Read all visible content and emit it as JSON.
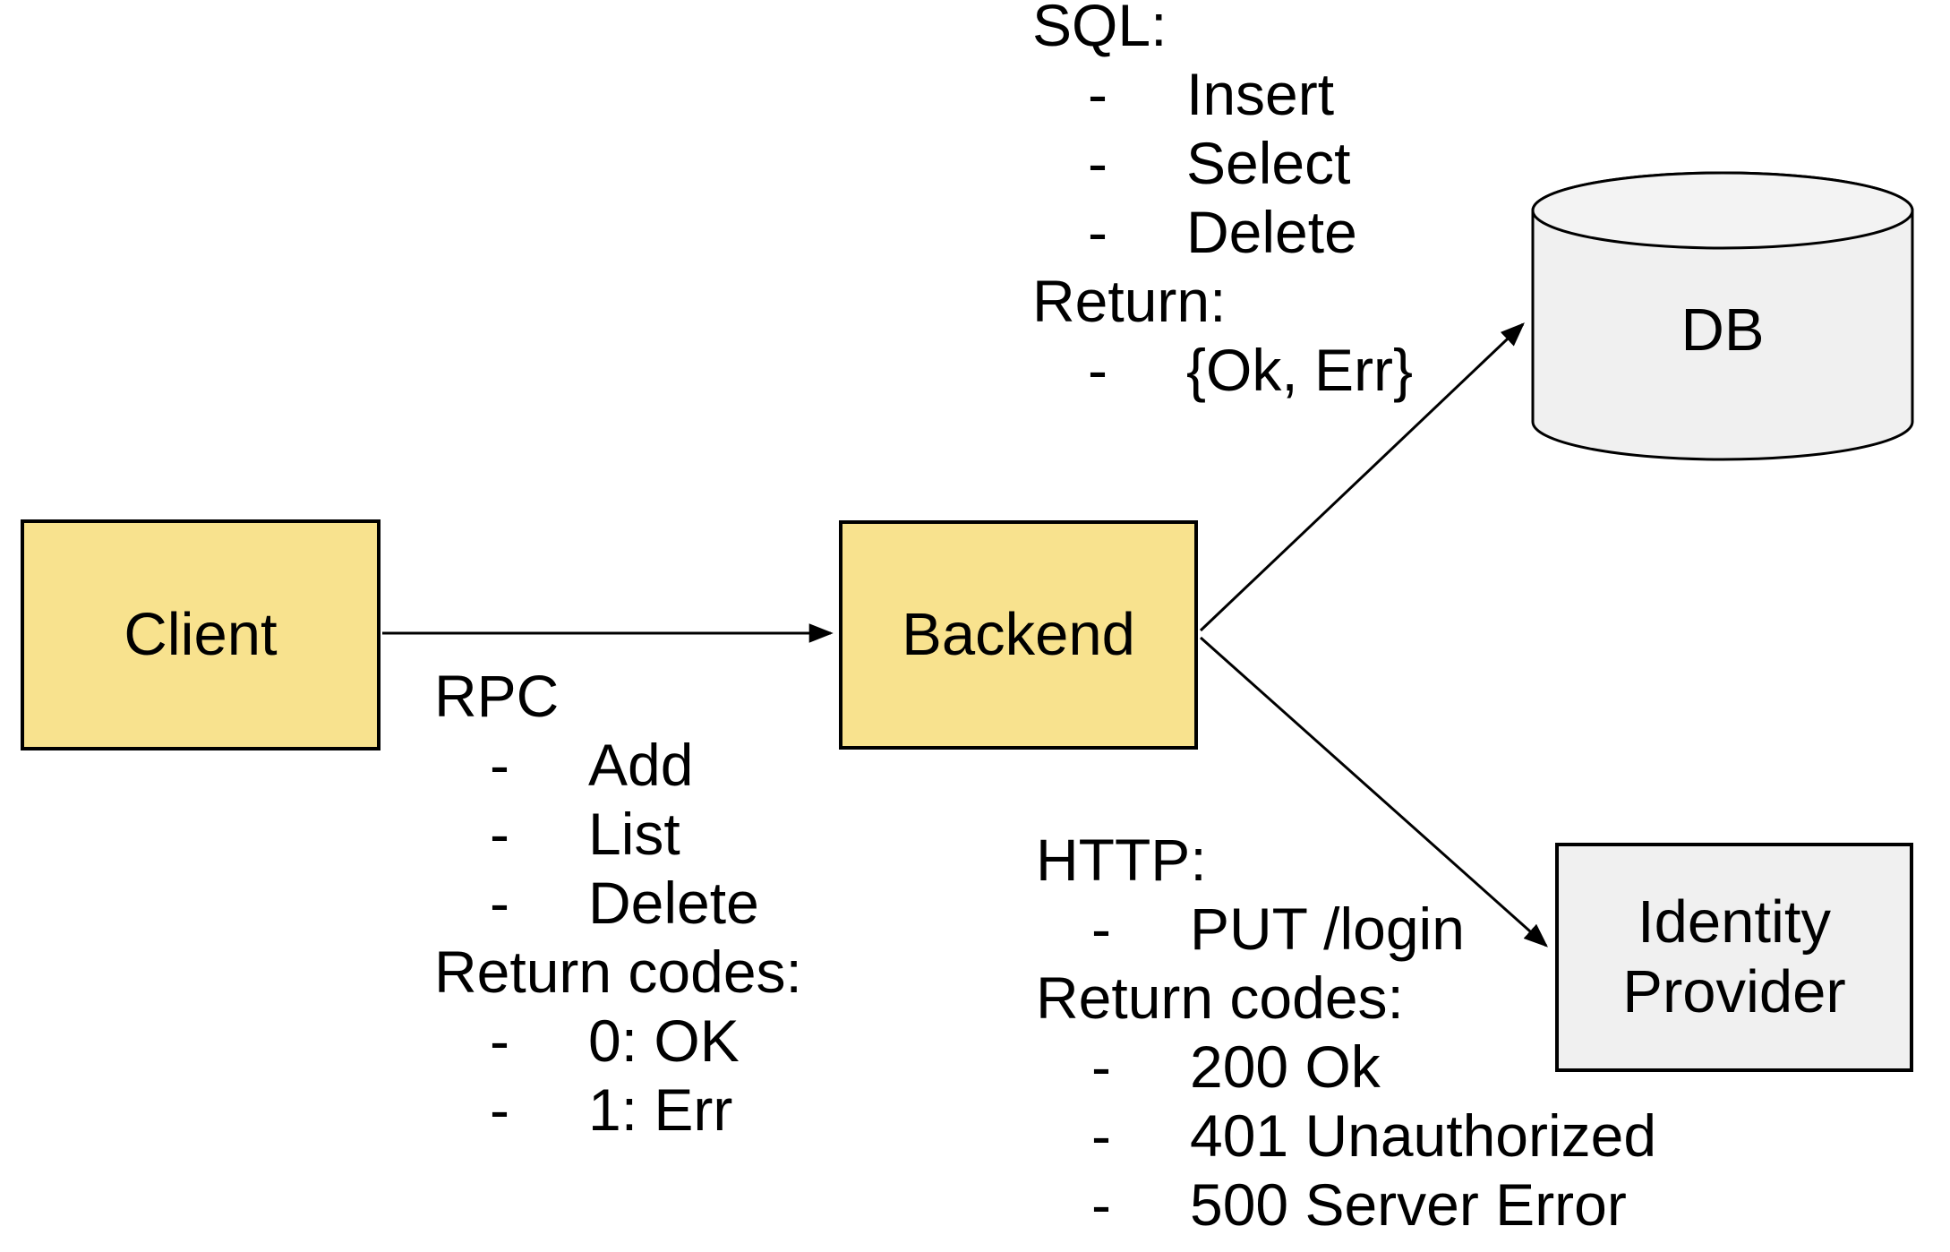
{
  "bullet_char": "-",
  "colors": {
    "node_yellow": "#f8e28e",
    "node_gray": "#f0f0f0",
    "cylinder_top": "#f3f3f3",
    "border": "#000000",
    "text": "#000000",
    "background": "#ffffff",
    "arrow": "#000000"
  },
  "nodes": {
    "client": {
      "label": "Client"
    },
    "backend": {
      "label": "Backend"
    },
    "db": {
      "label": "DB"
    },
    "identity_provider": {
      "label_line1": "Identity",
      "label_line2": "Provider"
    }
  },
  "edges": [
    {
      "from": "Client",
      "to": "Backend",
      "annotation_block": "rpc"
    },
    {
      "from": "Backend",
      "to": "DB",
      "annotation_block": "sql"
    },
    {
      "from": "Backend",
      "to": "Identity Provider",
      "annotation_block": "http"
    }
  ],
  "annotations": {
    "sql": {
      "lines": [
        {
          "text": "SQL:",
          "bullet": false
        },
        {
          "text": "Insert",
          "bullet": true
        },
        {
          "text": "Select",
          "bullet": true
        },
        {
          "text": "Delete",
          "bullet": true
        },
        {
          "text": "Return:",
          "bullet": false
        },
        {
          "text": "{Ok, Err}",
          "bullet": true
        }
      ]
    },
    "rpc": {
      "lines": [
        {
          "text": "RPC",
          "bullet": false
        },
        {
          "text": "Add",
          "bullet": true
        },
        {
          "text": "List",
          "bullet": true
        },
        {
          "text": "Delete",
          "bullet": true
        },
        {
          "text": "Return codes:",
          "bullet": false
        },
        {
          "text": "0: OK",
          "bullet": true
        },
        {
          "text": "1: Err",
          "bullet": true
        }
      ]
    },
    "http": {
      "lines": [
        {
          "text": "HTTP:",
          "bullet": false
        },
        {
          "text": "PUT /login",
          "bullet": true
        },
        {
          "text": "Return codes:",
          "bullet": false
        },
        {
          "text": "200 Ok",
          "bullet": true
        },
        {
          "text": "401 Unauthorized",
          "bullet": true
        },
        {
          "text": "500 Server Error",
          "bullet": true
        }
      ]
    }
  }
}
